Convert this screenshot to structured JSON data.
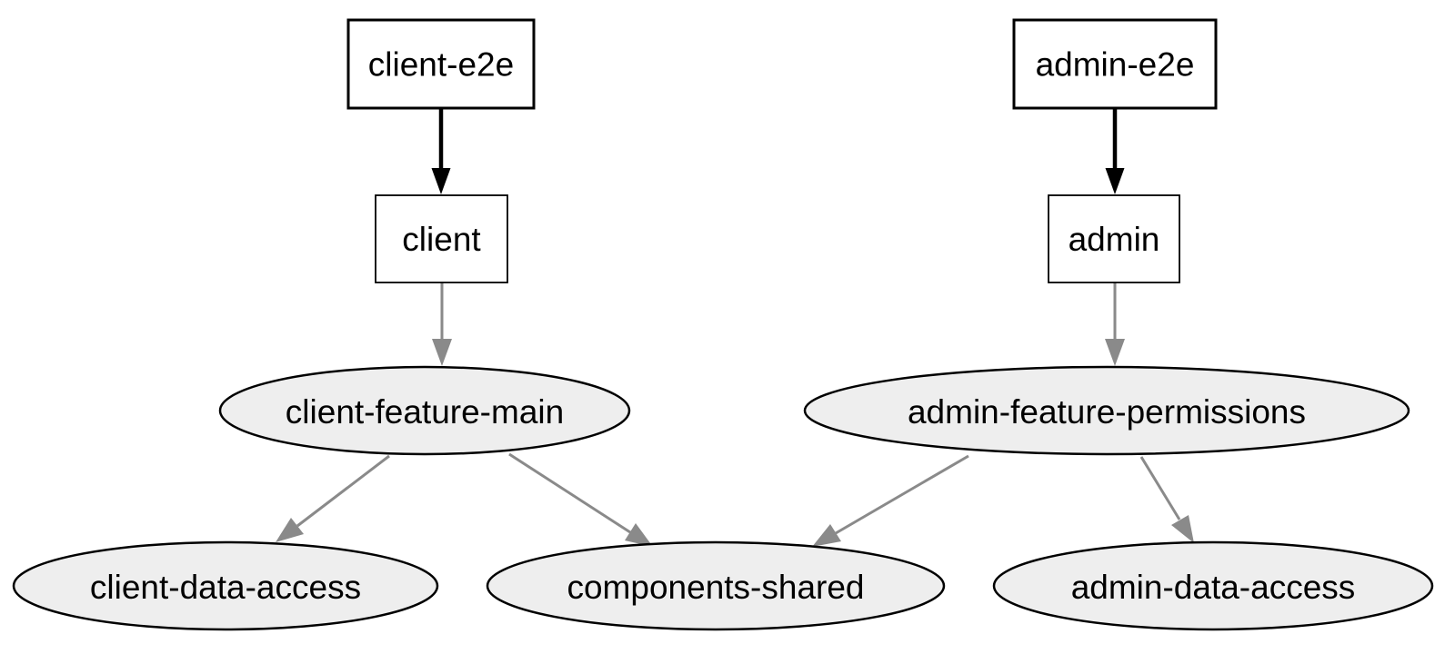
{
  "diagram": {
    "type": "dependency-graph",
    "background": "#ffffff",
    "colors": {
      "box_fill": "#ffffff",
      "ellipse_fill": "#eeeeee",
      "node_border": "#000000",
      "edge_strong": "#000000",
      "edge_normal": "#8a8a8a",
      "label_color": "#000000"
    },
    "nodes": {
      "client_e2e": {
        "label": "client-e2e",
        "shape": "box"
      },
      "client": {
        "label": "client",
        "shape": "box"
      },
      "admin_e2e": {
        "label": "admin-e2e",
        "shape": "box"
      },
      "admin": {
        "label": "admin",
        "shape": "box"
      },
      "client_feature_main": {
        "label": "client-feature-main",
        "shape": "ellipse"
      },
      "admin_feature_permissions": {
        "label": "admin-feature-permissions",
        "shape": "ellipse"
      },
      "client_data_access": {
        "label": "client-data-access",
        "shape": "ellipse"
      },
      "components_shared": {
        "label": "components-shared",
        "shape": "ellipse"
      },
      "admin_data_access": {
        "label": "admin-data-access",
        "shape": "ellipse"
      }
    },
    "edges": [
      {
        "from": "client-e2e",
        "to": "client",
        "style": "bold-black"
      },
      {
        "from": "admin-e2e",
        "to": "admin",
        "style": "bold-black"
      },
      {
        "from": "client",
        "to": "client-feature-main",
        "style": "gray"
      },
      {
        "from": "admin",
        "to": "admin-feature-permissions",
        "style": "gray"
      },
      {
        "from": "client-feature-main",
        "to": "client-data-access",
        "style": "gray"
      },
      {
        "from": "client-feature-main",
        "to": "components-shared",
        "style": "gray"
      },
      {
        "from": "admin-feature-permissions",
        "to": "components-shared",
        "style": "gray"
      },
      {
        "from": "admin-feature-permissions",
        "to": "admin-data-access",
        "style": "gray"
      }
    ]
  }
}
